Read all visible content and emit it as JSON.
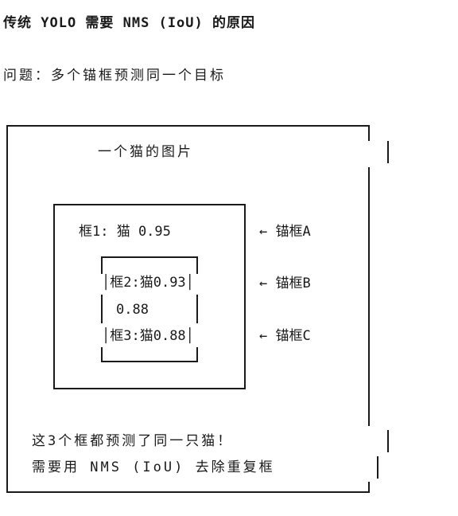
{
  "title": "传统 YOLO 需要 NMS (IoU) 的原因",
  "problem": "问题：多个锚框预测同一个目标",
  "diagram": {
    "image_label": "一个猫的图片",
    "box1_label": "框1: 猫  0.95",
    "box2_label": "框2:猫0.93",
    "middle_value": "0.88",
    "box3_label": "框3:猫0.88",
    "anchor_a": "← 锚框A",
    "anchor_b": "← 锚框B",
    "anchor_c": "← 锚框C",
    "note_line1": "这3个框都预测了同一只猫！",
    "note_line2": "需要用 NMS (IoU) 去除重复框"
  }
}
